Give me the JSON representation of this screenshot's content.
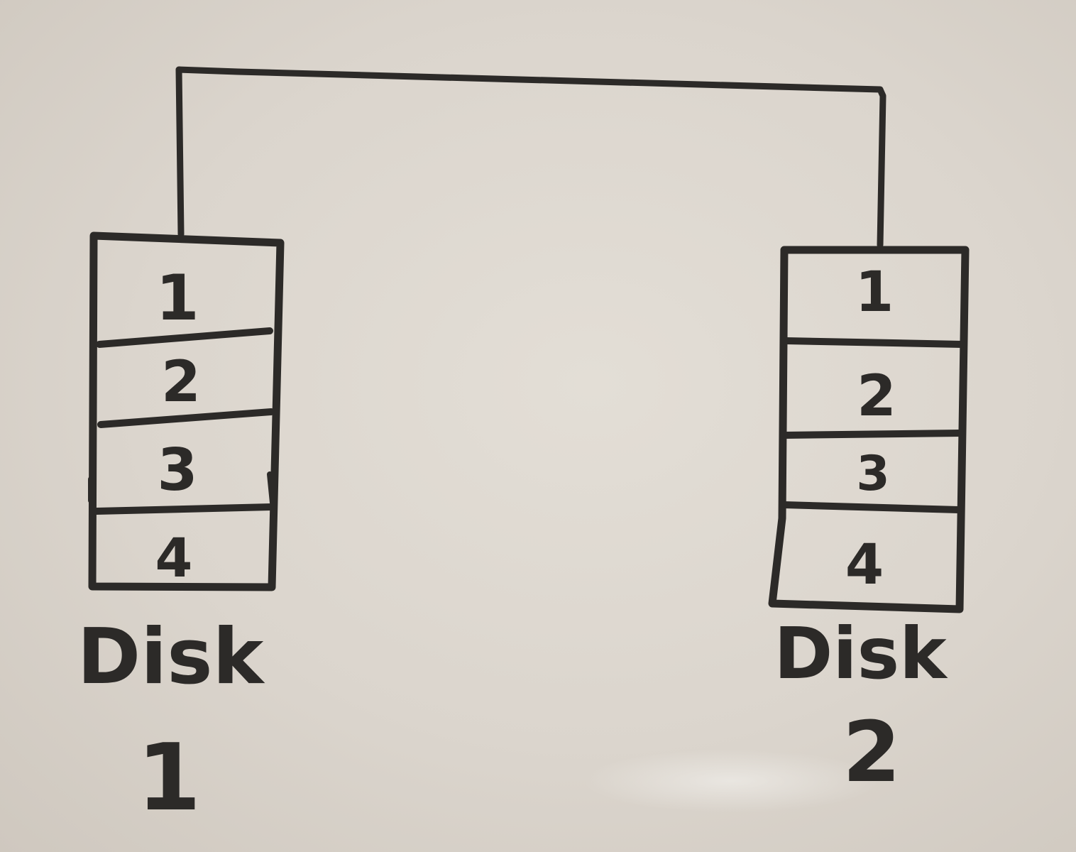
{
  "diagram": {
    "connection": {
      "from": "disk-1",
      "to": "disk-2"
    },
    "disks": [
      {
        "id": "disk-1",
        "label_line1": "Disk",
        "label_line2": "1",
        "slots": [
          "1",
          "2",
          "3",
          "4"
        ]
      },
      {
        "id": "disk-2",
        "label_line1": "Disk",
        "label_line2": "2",
        "slots": [
          "1",
          "2",
          "3",
          "4"
        ]
      }
    ]
  },
  "colors": {
    "ink": "#2c2a28",
    "board": "#dcd6ce"
  }
}
